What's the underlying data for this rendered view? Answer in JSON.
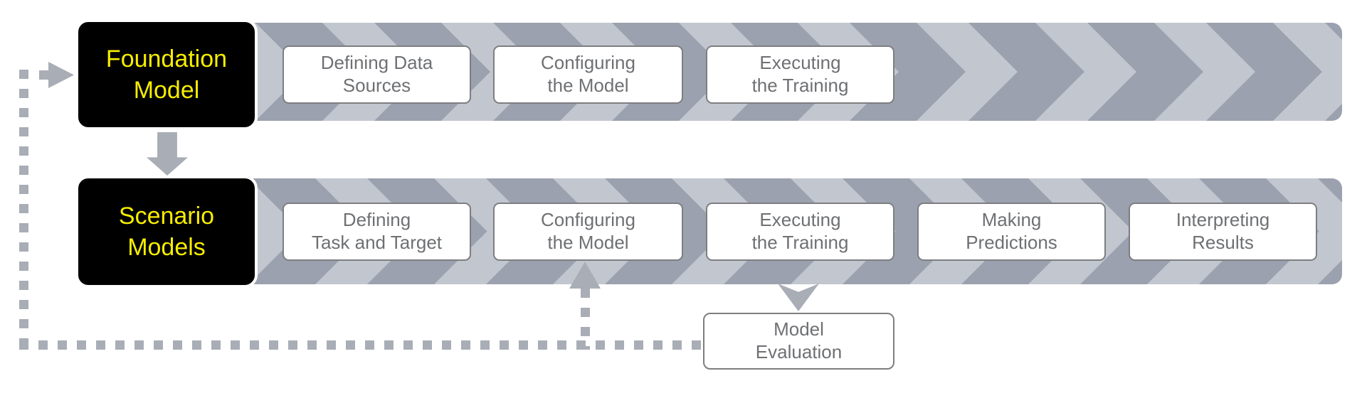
{
  "colors": {
    "band_dark": "#9ba1ae",
    "band_light": "#c2c6cf",
    "box_border": "#7d7e80",
    "box_text": "#6e7073",
    "highlight_bg": "#000000",
    "highlight_text": "#f7ed00",
    "connector": "#a9adb5"
  },
  "flow": {
    "rows": [
      {
        "title": "Foundation\nModel",
        "steps": [
          "Defining Data\nSources",
          "Configuring\nthe Model",
          "Executing\nthe Training"
        ]
      },
      {
        "title": "Scenario\nModels",
        "steps": [
          "Defining\nTask and Target",
          "Configuring\nthe Model",
          "Executing\nthe Training",
          "Making\nPredictions",
          "Interpreting\nResults"
        ]
      }
    ],
    "evaluation": "Model\nEvaluation"
  }
}
